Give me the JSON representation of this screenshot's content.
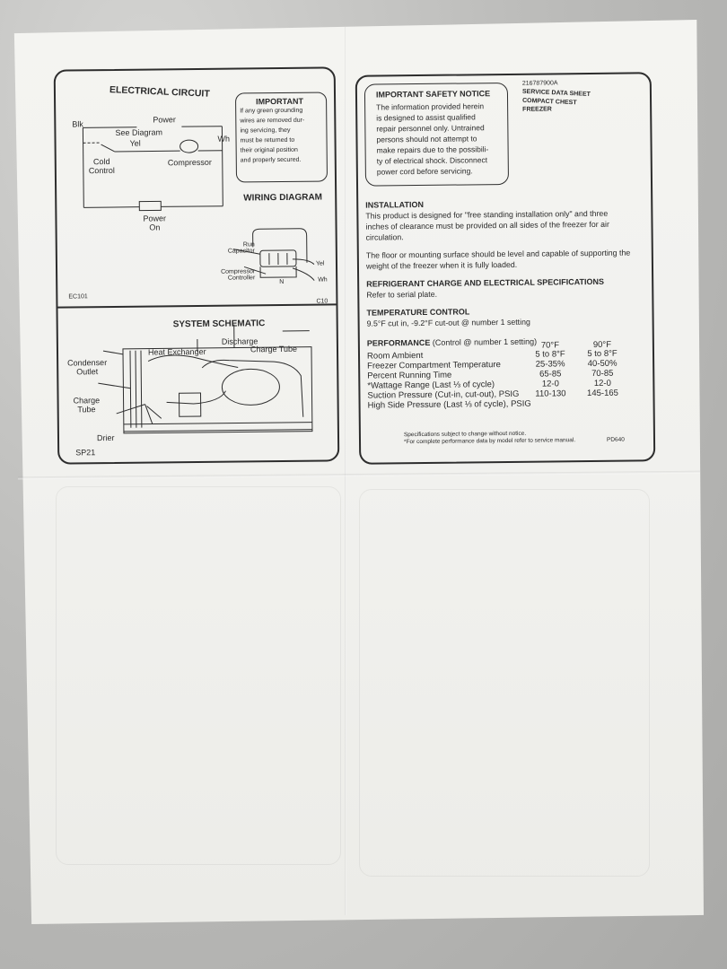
{
  "electrical": {
    "title": "ELECTRICAL CIRCUIT",
    "labels": {
      "blk": "Blk",
      "power": "Power",
      "see_diagram": "See Diagram",
      "yel": "Yel",
      "wh": "Wh",
      "cold_control": "Cold\nControl",
      "compressor": "Compressor",
      "power_on": "Power\nOn"
    },
    "code": "EC101"
  },
  "important": {
    "title": "IMPORTANT",
    "lines": [
      "If any green grounding",
      "wires are removed dur-",
      "ing servicing, they",
      "must be returned to",
      "their original position",
      "and properly secured."
    ]
  },
  "wiring": {
    "title": "WIRING DIAGRAM",
    "labels": {
      "run_capacitor": "Run\nCapacitor",
      "compressor_controller": "Compressor\nController",
      "yel": "Yel",
      "wh": "Wh",
      "n": "N"
    },
    "code": "C10"
  },
  "schematic": {
    "title": "SYSTEM SCHEMATIC",
    "labels": {
      "discharge": "Discharge",
      "heat_exchanger": "Heat Exchanger",
      "charge_tube_top": "Charge Tube",
      "condenser_outlet": "Condenser\nOutlet",
      "charge_tube_left": "Charge\nTube",
      "drier": "Drier"
    },
    "code": "SP21"
  },
  "header": {
    "part_number": "216787900A",
    "lines": [
      "SERVICE DATA SHEET",
      "COMPACT CHEST",
      "FREEZER"
    ]
  },
  "safety": {
    "title": "IMPORTANT SAFETY NOTICE",
    "lines": [
      "The information provided herein",
      "is designed to assist qualified",
      "repair personnel only. Untrained",
      "persons should not attempt to",
      "make repairs due to the possibili-",
      "ty of electrical shock. Disconnect",
      "power cord before servicing."
    ]
  },
  "installation": {
    "title": "INSTALLATION",
    "lines": [
      "This product is designed for \"free standing installation only\" and three",
      "inches of clearance must be provided on all sides of the freezer for air",
      "circulation."
    ],
    "lines2": [
      "The floor or mounting surface should be level and capable of supporting the",
      "weight of the freezer when it is fully loaded."
    ]
  },
  "refrigerant": {
    "title": "REFRIGERANT CHARGE AND ELECTRICAL SPECIFICATIONS",
    "text": "Refer to serial plate."
  },
  "temperature": {
    "title": "TEMPERATURE CONTROL",
    "text": "9.5°F cut in, -9.2°F cut-out @ number 1 setting"
  },
  "performance": {
    "title": "PERFORMANCE",
    "subtitle": "(Control @ number 1 setting)",
    "columns": [
      "70°F",
      "90°F"
    ],
    "rows": [
      {
        "label": "Room Ambient",
        "v1": "5 to 8°F",
        "v2": "5 to 8°F"
      },
      {
        "label": "Freezer Compartment Temperature",
        "v1": "25-35%",
        "v2": "40-50%"
      },
      {
        "label": "Percent Running Time",
        "v1": "65-85",
        "v2": "70-85"
      },
      {
        "label": "*Wattage Range (Last ⅓ of cycle)",
        "v1": "12-0",
        "v2": "12-0"
      },
      {
        "label": "Suction Pressure (Cut-in, cut-out), PSIG",
        "v1": "110-130",
        "v2": "145-165"
      },
      {
        "label": "High Side Pressure (Last ⅓ of cycle), PSIG",
        "v1": "",
        "v2": ""
      }
    ],
    "footnote1": "Specifications subject to change without notice.",
    "footnote2": "*For complete performance data by model refer to service manual.",
    "code": "PD640"
  }
}
